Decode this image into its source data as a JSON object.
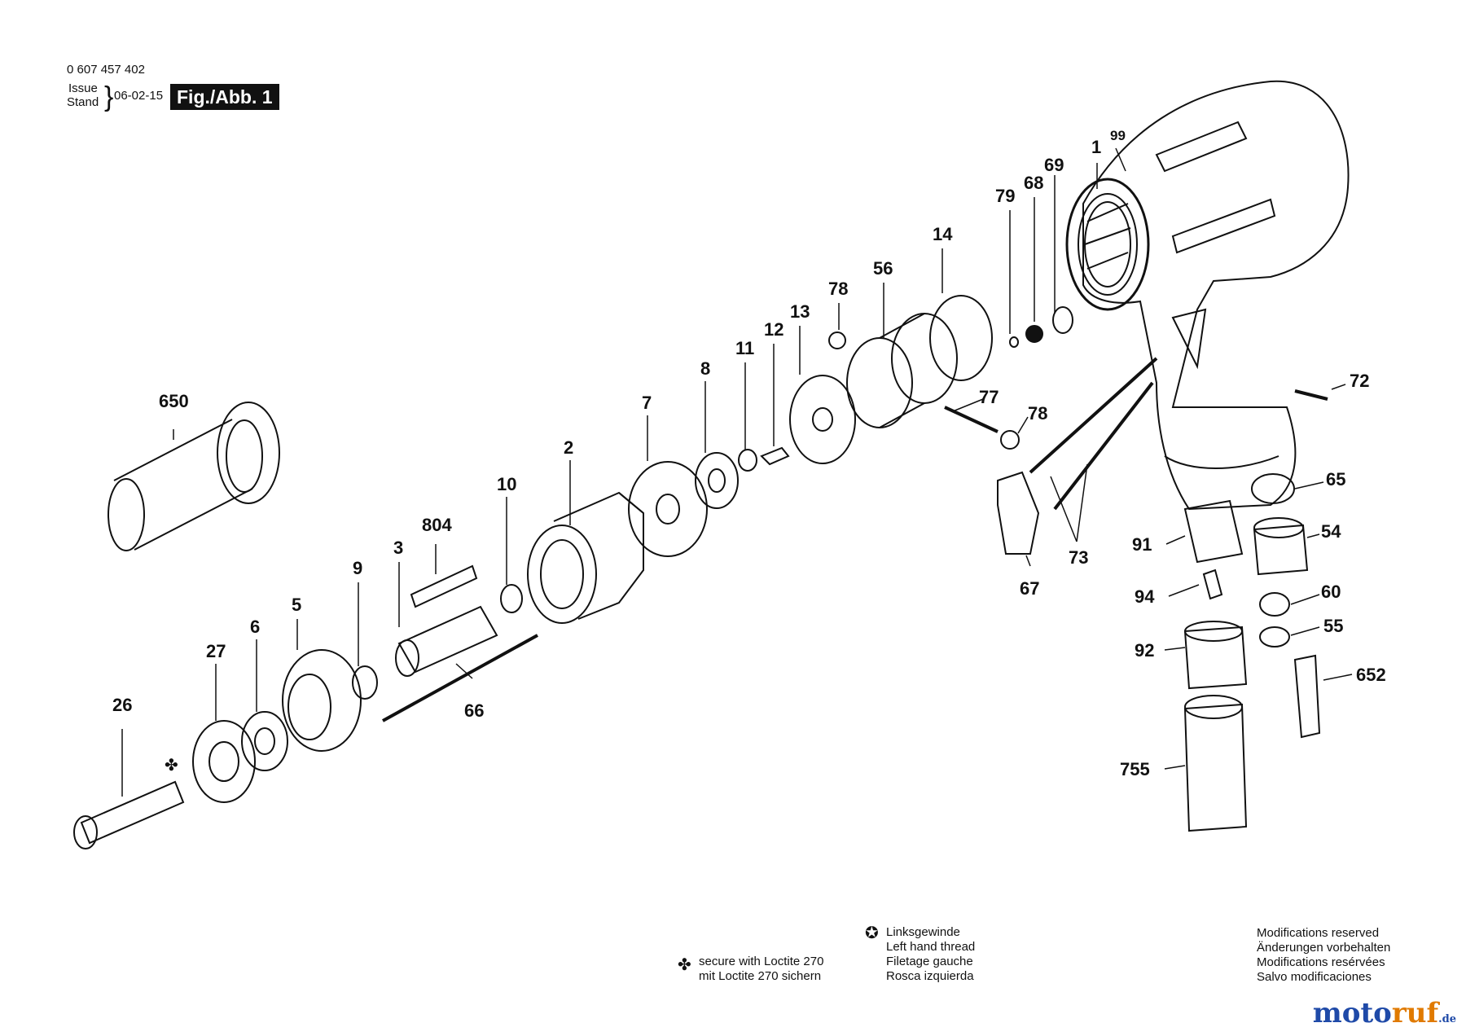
{
  "header": {
    "part_number": "0 607 457 402",
    "issue_label": "Issue",
    "stand_label": "Stand",
    "date": "06-02-15",
    "figure": "Fig./Abb. 1"
  },
  "callouts": [
    "1",
    "99",
    "69",
    "68",
    "79",
    "14",
    "56",
    "78",
    "13",
    "12",
    "11",
    "8",
    "7",
    "2",
    "10",
    "804",
    "3",
    "9",
    "5",
    "6",
    "27",
    "26",
    "650",
    "77",
    "78",
    "67",
    "73",
    "72",
    "65",
    "54",
    "91",
    "94",
    "60",
    "55",
    "92",
    "652",
    "755",
    "66"
  ],
  "notes": {
    "loctite": [
      "secure with Loctite 270",
      "mit Loctite 270 sichern"
    ],
    "left_thread": [
      "Linksgewinde",
      "Left hand thread",
      "Filetage gauche",
      "Rosca izquierda"
    ],
    "modifications": [
      "Modifications reserved",
      "Änderungen vorbehalten",
      "Modifications resérvées",
      "Salvo modificaciones"
    ]
  },
  "symbols": {
    "loctite": "✤",
    "left_thread": "✪"
  },
  "brand": {
    "name_a": "moto",
    "name_b": "ruf",
    "tld": ".de"
  }
}
